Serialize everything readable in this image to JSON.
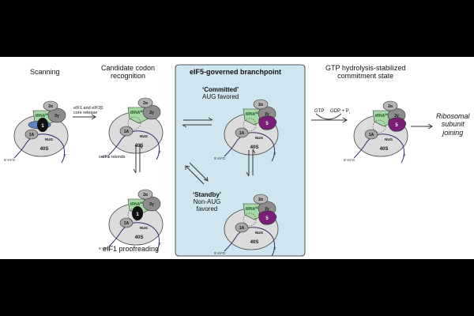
{
  "stages": {
    "scanning": "Scanning",
    "candidate_line1": "Candidate codon",
    "candidate_line2": "recognition",
    "branchpoint": "eIF5-governed branchpoint",
    "gtp_line1": "GTP hydrolysis-stabilized",
    "gtp_line2": "commitment state",
    "proofreading": "eIF1 proofreading",
    "joining_line1": "Ribosomal",
    "joining_line2": "subunit",
    "joining_line3": "joining"
  },
  "states": {
    "committed_title": "‘Committed’",
    "committed_sub": "AUG favored",
    "standby_title": "‘Standby’",
    "standby_line1": "Non-AUG",
    "standby_line2": "favored"
  },
  "transitions": {
    "release_line1": "eIF1 and eIF2β",
    "release_line2": "core release",
    "rebinds": "eIF1 rebinds",
    "gtp": "GTP",
    "gdp_pi": "GDP + P",
    "pi_sub": "i"
  },
  "molecules": {
    "subunit_40s": "40S",
    "eif1a": "1A",
    "eif1": "1",
    "eif5": "5",
    "eif2a": "2α",
    "eif2y": "2γ",
    "eif2b": "2β",
    "trna": "tRNA",
    "trna_sup": "Met",
    "codon": "NUG",
    "mrna_5": "5’-m⁷G",
    "mrna_3": "3’"
  },
  "colors": {
    "panel_bg": "#cfe6f1",
    "ribosome": "#dcdcdc",
    "trna": "#a9d8a8",
    "eif2": "#8d8d8d",
    "eif2b": "#5f82c4",
    "eif5": "#7a1f78",
    "eif1": "#111111",
    "mrna": "#3b2a6b"
  }
}
